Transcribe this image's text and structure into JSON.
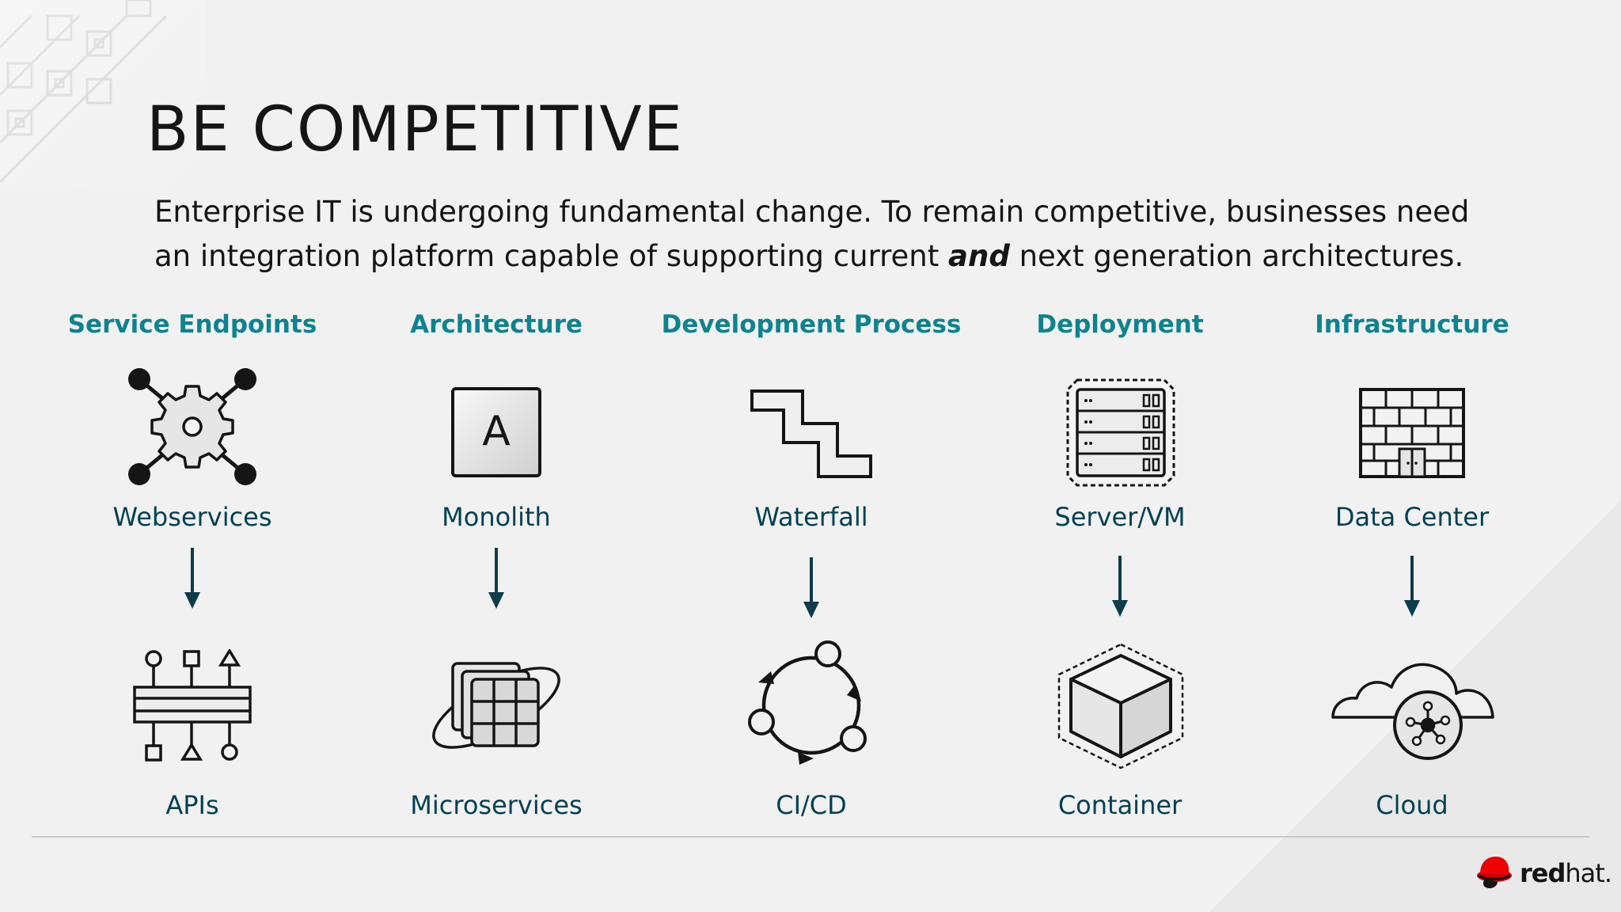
{
  "slide": {
    "title": "BE COMPETITIVE",
    "intro_line1": "Enterprise IT is undergoing fundamental change.  To remain competitive, businesses need",
    "intro_line2_before": "an integration platform capable of supporting current ",
    "intro_line2_em": "and",
    "intro_line2_after": " next generation architectures."
  },
  "columns": [
    {
      "heading": "Service Endpoints",
      "from": "Webservices",
      "to": "APIs"
    },
    {
      "heading": "Architecture",
      "from": "Monolith",
      "to": "Microservices"
    },
    {
      "heading": "Development Process",
      "from": "Waterfall",
      "to": "CI/CD"
    },
    {
      "heading": "Deployment",
      "from": "Server/VM",
      "to": "Container"
    },
    {
      "heading": "Infrastructure",
      "from": "Data Center",
      "to": "Cloud"
    }
  ],
  "monolith_glyph": "A",
  "brand": {
    "logo_bold": "red",
    "logo_regular": "hat."
  },
  "colors": {
    "heading": "#0e8390",
    "label": "#004153",
    "arrow": "#0d3c4b",
    "title": "#151515",
    "logo_red": "#e00"
  }
}
